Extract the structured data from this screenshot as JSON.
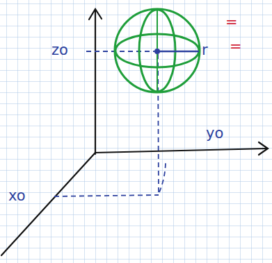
{
  "diagram": {
    "labels": [
      "zo",
      "r",
      "yo",
      "xo",
      "=",
      "="
    ]
  }
}
